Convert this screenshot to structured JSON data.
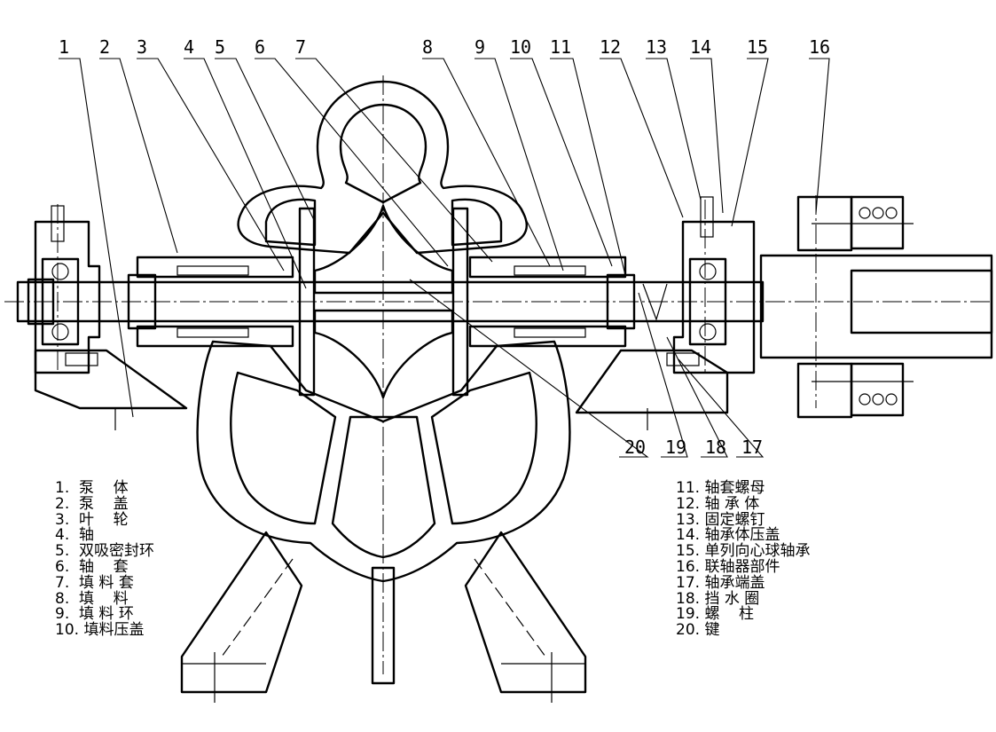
{
  "callouts_top": [
    "1",
    "2",
    "3",
    "4",
    "5",
    "6",
    "7",
    "8",
    "9",
    "10",
    "11",
    "12",
    "13",
    "14",
    "15",
    "16"
  ],
  "callouts_bottom": [
    "20",
    "19",
    "18",
    "17"
  ],
  "legend_left": [
    "1.  泵    体",
    "2.  泵    盖",
    "3.  叶    轮",
    "4.  轴",
    "5.  双吸密封环",
    "6.  轴    套",
    "7.  填 料 套",
    "8.  填    料",
    "9.  填 料 环",
    "10. 填料压盖"
  ],
  "legend_right": [
    "11. 轴套螺母",
    "12. 轴 承 体",
    "13. 固定螺钉",
    "14. 轴承体压盖",
    "15. 单列向心球轴承",
    "16. 联轴器部件",
    "17. 轴承端盖",
    "18. 挡 水 圈",
    "19. 螺    柱",
    "20. 键"
  ]
}
